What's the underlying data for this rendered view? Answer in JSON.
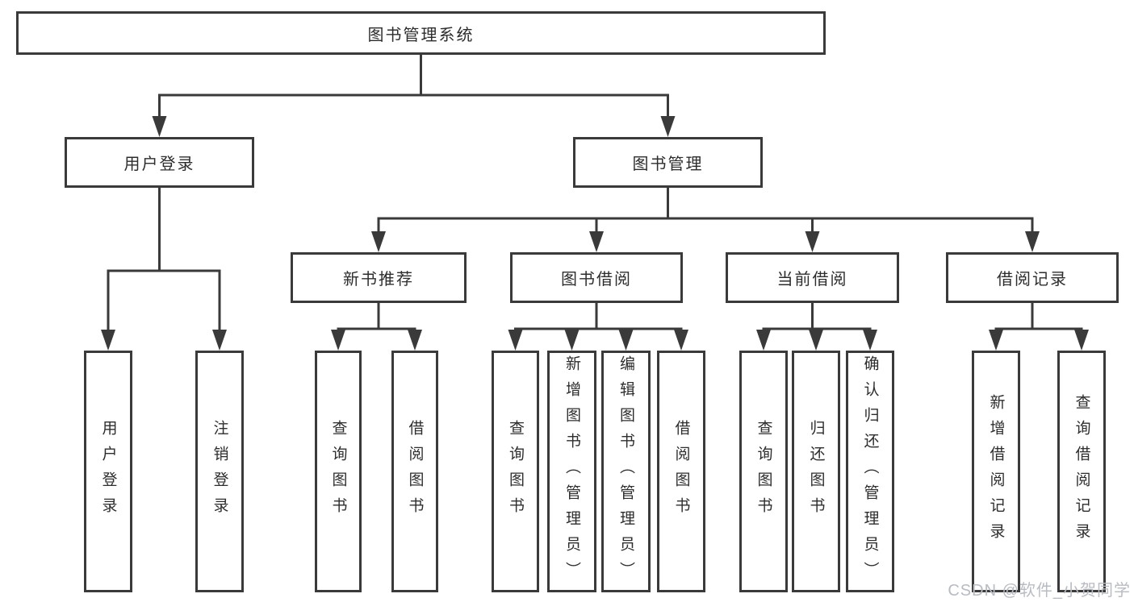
{
  "diagram_type": "hierarchy-diagram",
  "watermark": "CSDN @软件_小贺同学",
  "colors": {
    "line": "#3a3a3a",
    "border": "#3a3a3a",
    "text": "#2d2d2d",
    "watermark": "#b8bcc2",
    "background": "#ffffff"
  },
  "tree": {
    "label": "图书管理系统",
    "children": [
      {
        "label": "用户登录",
        "children": [
          {
            "label": "用户登录"
          },
          {
            "label": "注销登录"
          }
        ]
      },
      {
        "label": "图书管理",
        "children": [
          {
            "label": "新书推荐",
            "children": [
              {
                "label": "查询图书"
              },
              {
                "label": "借阅图书"
              }
            ]
          },
          {
            "label": "图书借阅",
            "children": [
              {
                "label": "查询图书"
              },
              {
                "label": "新增图书（管理员）"
              },
              {
                "label": "编辑图书（管理员）"
              },
              {
                "label": "借阅图书"
              }
            ]
          },
          {
            "label": "当前借阅",
            "children": [
              {
                "label": "查询图书"
              },
              {
                "label": "归还图书"
              },
              {
                "label": "确认归还（管理员）"
              }
            ]
          },
          {
            "label": "借阅记录",
            "children": [
              {
                "label": "新增借阅记录"
              },
              {
                "label": "查询借阅记录"
              }
            ]
          }
        ]
      }
    ]
  }
}
